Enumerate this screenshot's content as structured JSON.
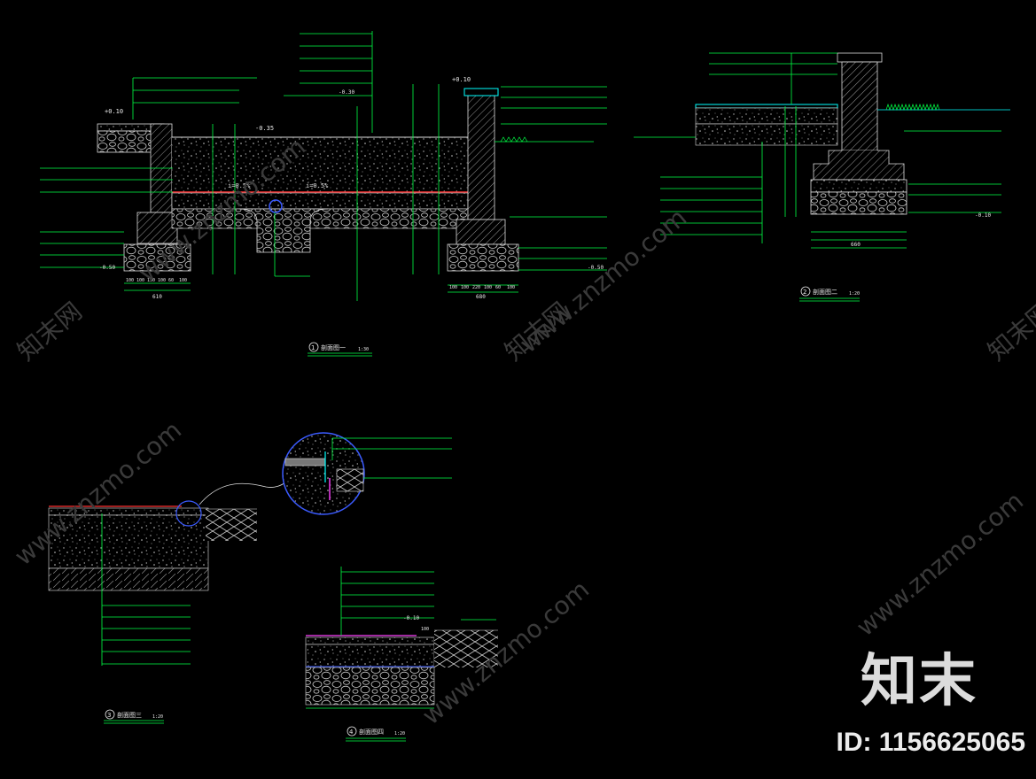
{
  "colors": {
    "bg": "#000000",
    "leader": "#00ff44",
    "structure": "#d8d8d8",
    "water": "#00ffff",
    "membrane": "#ff3030",
    "pipe": "#3b5bff",
    "gravel": "#b8b8b8",
    "magenta": "#ff40ff"
  },
  "detail_1": {
    "title": "剖面图一",
    "scale": "1:30",
    "dims_bottom_left": [
      "100",
      "100",
      "150",
      "100",
      "60",
      "100"
    ],
    "total_left": "610",
    "dims_bottom_right": [
      "100",
      "100",
      "220",
      "100",
      "60",
      "100"
    ],
    "total_right": "680",
    "level_left": "+0.10",
    "level_mid": "-0.35",
    "level_right": "+0.10",
    "slope_left": "i=0.5%",
    "slope_right": "i=0.5%",
    "elev_bottom_left": "-0.50",
    "elev_bottom_right": "-0.50",
    "elev_top": "-0.30"
  },
  "detail_2": {
    "title": "剖面图二",
    "scale": "1:20",
    "elev": "-0.10",
    "total": "660"
  },
  "detail_3": {
    "title": "剖面图三",
    "scale": "1:20"
  },
  "detail_4": {
    "title": "剖面图四",
    "scale": "1:20",
    "elev": "-0.10",
    "dim": "100"
  },
  "watermark": {
    "site": "www.znzmo.com",
    "brand_cn": "知末网"
  },
  "logo": "知末",
  "id_label": "ID: 1156625065"
}
